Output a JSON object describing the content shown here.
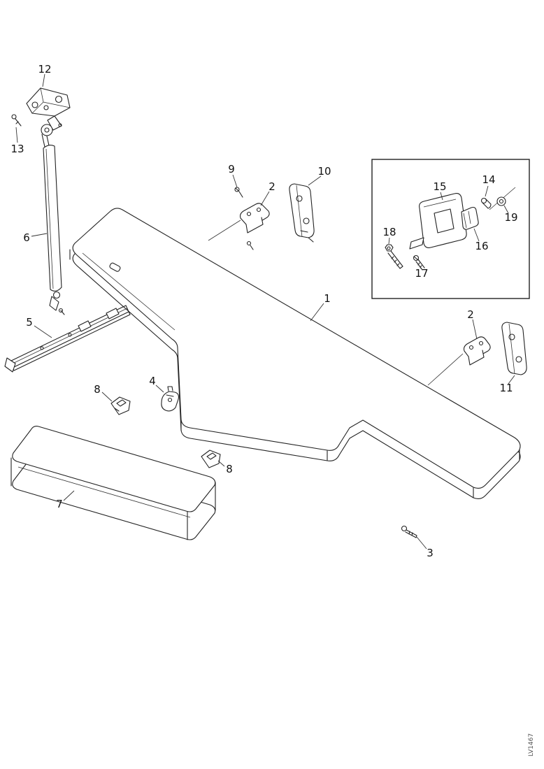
{
  "figure": {
    "doc_code": "LV1467"
  },
  "labels": {
    "p1": "1",
    "p2_top": "2",
    "p2_right": "2",
    "p3": "3",
    "p4": "4",
    "p5": "5",
    "p6": "6",
    "p7": "7",
    "p8_left": "8",
    "p8_mid": "8",
    "p9": "9",
    "p10": "10",
    "p11": "11",
    "p12": "12",
    "p13": "13",
    "p14": "14",
    "p15": "15",
    "p16": "16",
    "p17": "17",
    "p18": "18",
    "p19": "19"
  }
}
